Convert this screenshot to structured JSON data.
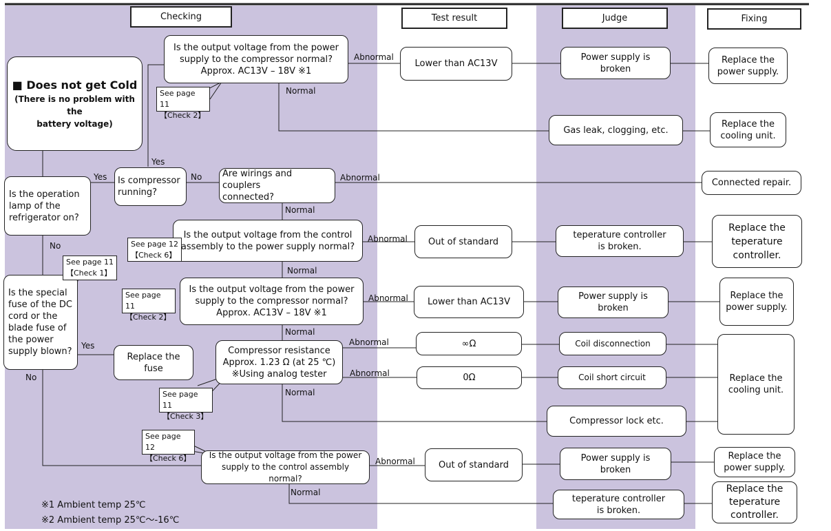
{
  "headers": {
    "checking": "Checking",
    "test_result": "Test result",
    "judge": "Judge",
    "fixing": "Fixing"
  },
  "start": {
    "title": "■ Does not get Cold",
    "subtitle": "(There is no problem with the\nbattery voltage)"
  },
  "checks": {
    "output_voltage_1": "Is the output voltage from the power\nsupply to the compressor normal?\nApprox. AC13V – 18V ※1",
    "operation_lamp": "Is the operation\nlamp of the\nrefrigerator on?",
    "compressor_running": "Is compressor\nrunning?",
    "wirings": "Are wirings and couplers\nconnected?",
    "control_assembly": "Is the output voltage from the control\nassembly to the power supply normal?",
    "output_voltage_2": "Is the output voltage from the power\nsupply to the compressor normal?\nApprox. AC13V – 18V ※1",
    "special_fuse": "Is the special\nfuse of the DC\ncord or the\nblade fuse of\nthe power\nsupply blown?",
    "replace_fuse": "Replace the fuse",
    "compressor_resistance": "Compressor resistance\nApprox. 1.23 Ω (at 25 ℃)\n※Using analog tester",
    "control_supply": "Is the output voltage from the power\nsupply to the control assembly normal?"
  },
  "results": {
    "lower_1": "Lower than AC13V",
    "out_std_1": "Out of standard",
    "lower_2": "Lower than AC13V",
    "inf_ohm": "∞Ω",
    "zero_ohm": "0Ω",
    "out_std_2": "Out of standard"
  },
  "judges": {
    "ps_broken_1": "Power supply is\nbroken",
    "gas_leak": "Gas leak, clogging, etc.",
    "temp_ctrl_1": "teperature controller\nis broken.",
    "ps_broken_2": "Power supply is\nbroken",
    "coil_disc": "Coil disconnection",
    "coil_short": "Coil short circuit",
    "comp_lock": "Compressor lock etc.",
    "ps_broken_3": "Power supply is\nbroken",
    "temp_ctrl_2": "teperature controller\nis broken."
  },
  "fixes": {
    "replace_ps_1": "Replace the\npower supply.",
    "replace_cool_1": "Replace the\ncooling unit.",
    "connected_repair": "Connected repair.",
    "replace_temp_1": "Replace the\nteperature\ncontroller.",
    "replace_ps_2": "Replace the\npower supply.",
    "replace_cool_2": "Replace the\ncooling unit.",
    "replace_ps_3": "Replace the\npower supply.",
    "replace_temp_2": "Replace the\nteperature\ncontroller."
  },
  "notes": {
    "n_check2_a": "See page 11\n【Check 2】",
    "n_check6_a": "See page 12\n【Check 6】",
    "n_check1": "See page 11\n【Check 1】",
    "n_check2_b": "See page 11\n【Check 2】",
    "n_check3": "See page 11\n【Check 3】",
    "n_check6_b": "See page 12\n【Check 6】"
  },
  "labels": {
    "abn_1": "Abnormal",
    "normal_1": "Normal",
    "yes_run": "Yes",
    "yes_lamp": "Yes",
    "no_run": "No",
    "abn_wire": "Abnormal",
    "normal_wire": "Normal",
    "no_lamp": "No",
    "abn_ctrl": "Abnormal",
    "normal_ctrl": "Normal",
    "abn_v2": "Abnormal",
    "normal_v2": "Normal",
    "yes_fuse": "Yes",
    "abn_res_1": "Abnormal",
    "abn_res_2": "Abnormal",
    "normal_res": "Normal",
    "no_fuse": "No",
    "abn_cs": "Abnormal",
    "normal_cs": "Normal"
  },
  "footnotes": {
    "f1": "※1 Ambient temp 25℃",
    "f2": "※2 Ambient temp 25℃～-16℃"
  }
}
